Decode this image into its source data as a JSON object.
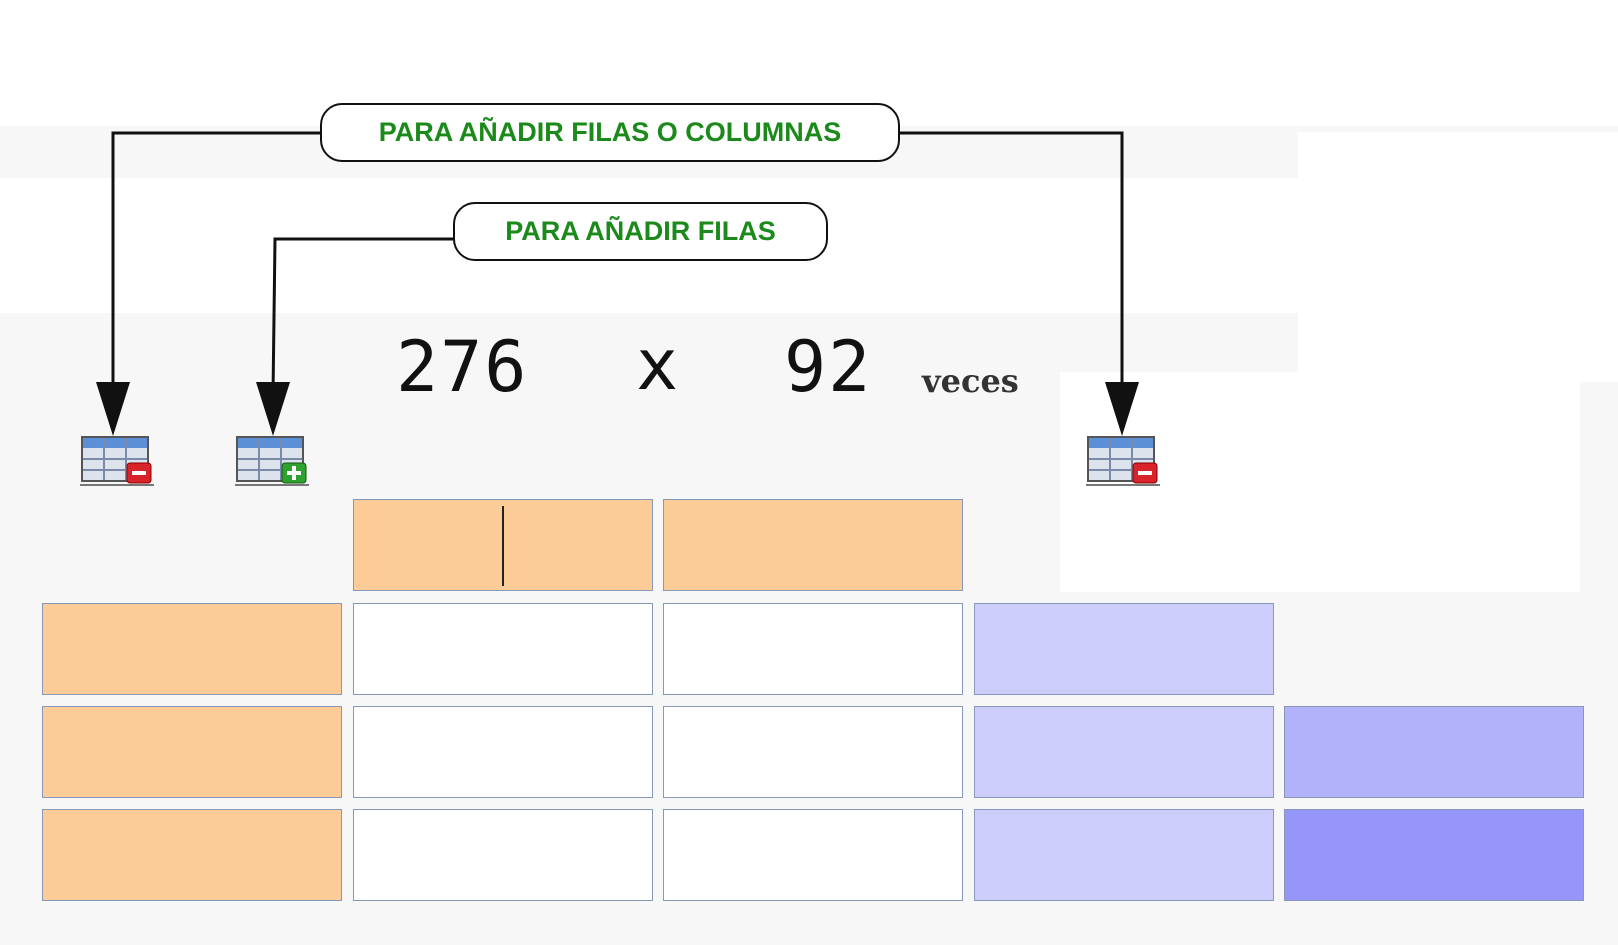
{
  "callouts": {
    "rows_or_columns": "PARA AÑADIR FILAS O COLUMNAS",
    "rows": "PARA AÑADIR FILAS"
  },
  "problem": {
    "factor_1": "276",
    "operator": "x",
    "factor_2": "92",
    "suffix": "veces"
  },
  "buttons": [
    {
      "name": "remove-row-column-left",
      "icon": "table-remove-icon"
    },
    {
      "name": "add-row",
      "icon": "table-add-icon"
    },
    {
      "name": "remove-row-column-right",
      "icon": "table-remove-icon"
    }
  ],
  "colors": {
    "callout_text": "#1b8a1b",
    "orange_cell": "#fbcb98",
    "lavender_light": "#cccdfb",
    "lavender_mid": "#b2b2fa",
    "lavender_dark": "#9696fa"
  },
  "grid": {
    "header_row": [
      "",
      ""
    ],
    "rows": [
      {
        "label": "",
        "cells": [
          "",
          "",
          ""
        ]
      },
      {
        "label": "",
        "cells": [
          "",
          "",
          "",
          ""
        ]
      },
      {
        "label": "",
        "cells": [
          "",
          "",
          "",
          ""
        ]
      }
    ]
  }
}
